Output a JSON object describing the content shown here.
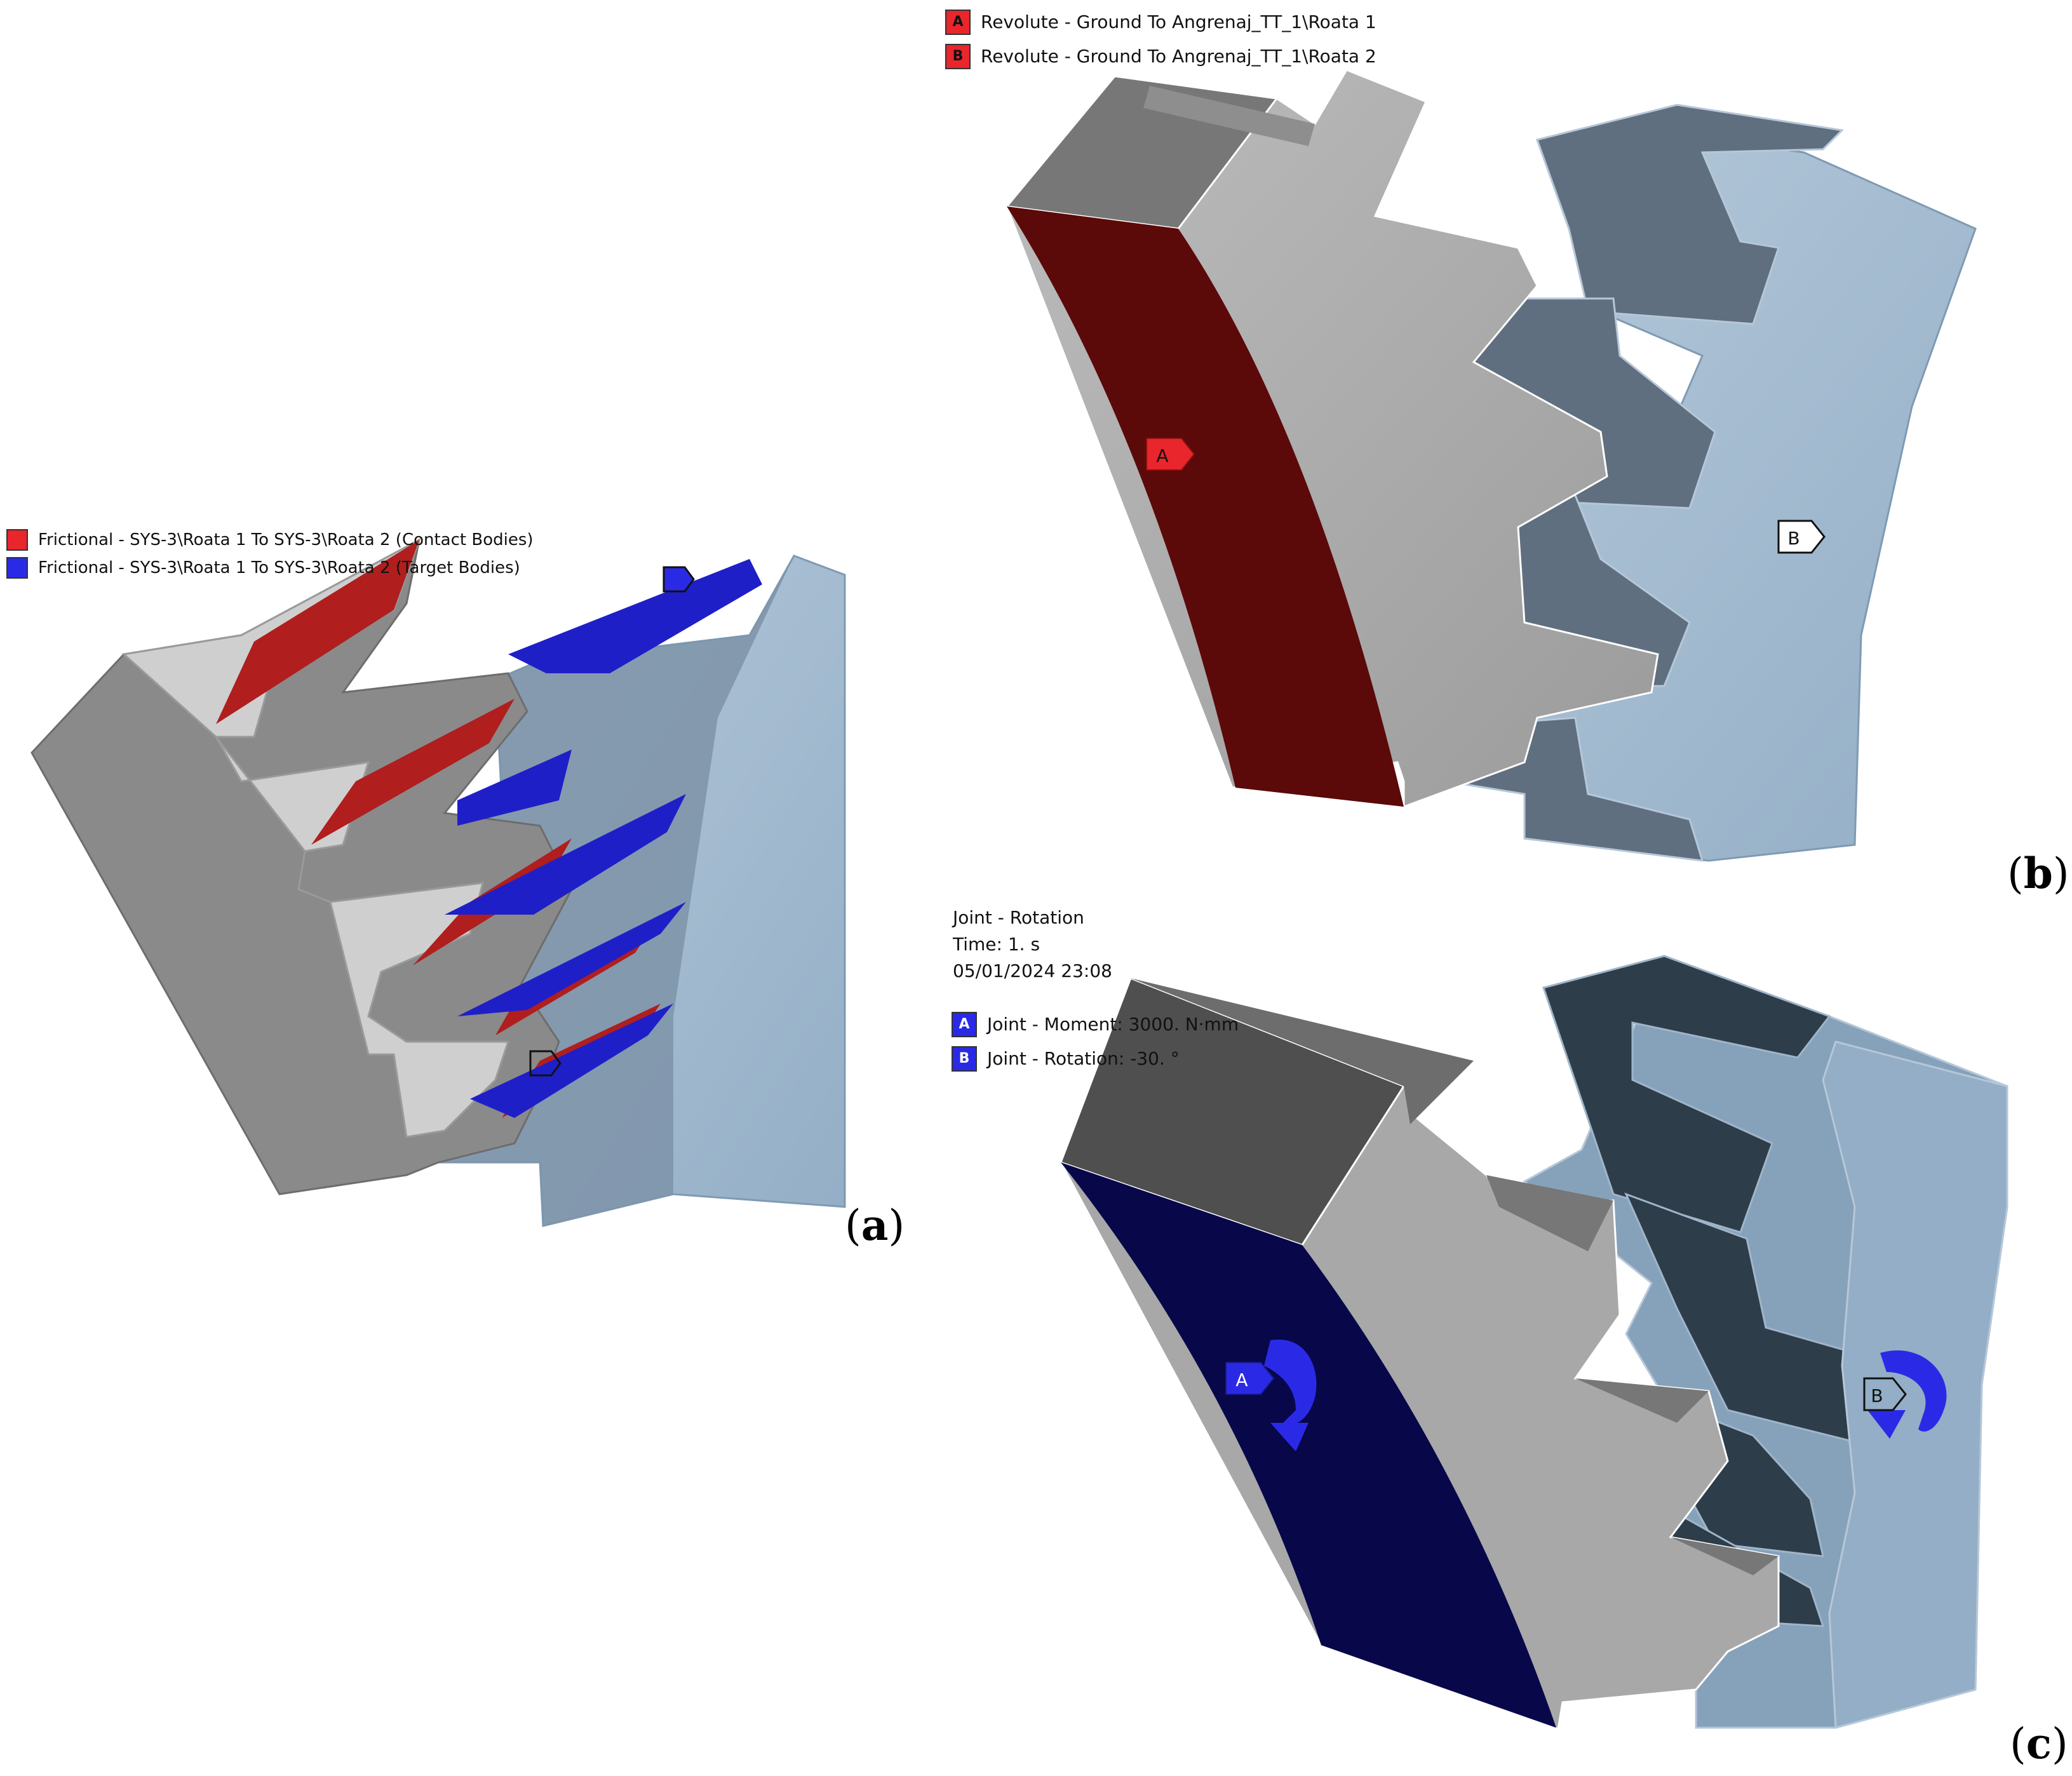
{
  "panels": {
    "a": {
      "label": "a",
      "legend": [
        {
          "text": "Frictional - SYS-3\\Roata 1 To SYS-3\\Roata 2 (Contact Bodies)",
          "color": "#e8262b"
        },
        {
          "text": "Frictional - SYS-3\\Roata 1 To SYS-3\\Roata 2 (Target Bodies)",
          "color": "#2a2ae6"
        }
      ]
    },
    "b": {
      "label": "b",
      "legend": [
        {
          "marker": "A",
          "text": "Revolute - Ground To Angrenaj_TT_1\\Roata 1",
          "color": "#e8262b"
        },
        {
          "marker": "B",
          "text": "Revolute - Ground To Angrenaj_TT_1\\Roata 2",
          "color": "#e8262b"
        }
      ],
      "tags": {
        "a": "A",
        "b": "B"
      }
    },
    "c": {
      "label": "c",
      "title": "Joint - Rotation",
      "time": "Time: 1. s",
      "date": "05/01/2024 23:08",
      "legend": [
        {
          "marker": "A",
          "text": "Joint - Moment: 3000. N·mm",
          "color": "#2a2ae6"
        },
        {
          "marker": "B",
          "text": "Joint - Rotation: -30. °",
          "color": "#2a2ae6"
        }
      ],
      "tags": {
        "a": "A",
        "b": "B"
      }
    }
  },
  "colors": {
    "gear_grey": "#a8a8a8",
    "gear_grey_dark": "#7a7a7a",
    "gear_blue": "#9ab4cc",
    "gear_blue_dark": "#5f6f80",
    "contact_red": "#b01e1e",
    "target_blue": "#1f1fc8",
    "face_dark_red": "#5c0909",
    "face_navy": "#07074a"
  },
  "icons": [
    "tag-marker-icon",
    "rotation-arrow-icon"
  ]
}
